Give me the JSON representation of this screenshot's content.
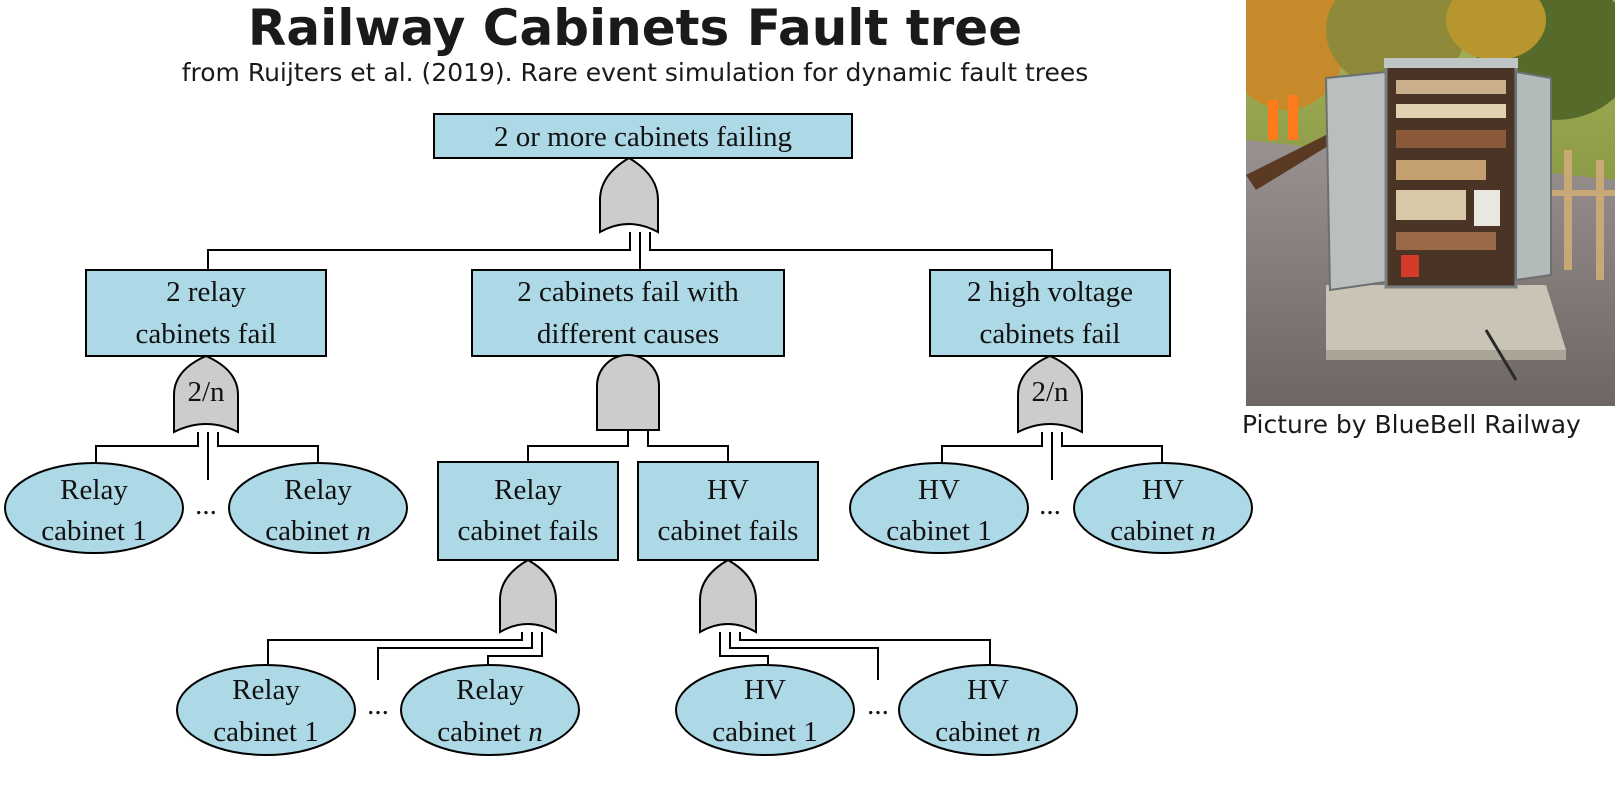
{
  "header": {
    "title": "Railway Cabinets Fault tree",
    "subtitle": "from Ruijters et al. (2019). Rare event simulation for dynamic fault trees"
  },
  "photo": {
    "caption": "Picture by BlueBell Railway"
  },
  "colors": {
    "node_fill": "#add8e6",
    "gate_fill": "#cccccc",
    "line": "#000000"
  },
  "tree": {
    "top": "2 or more cabinets failing",
    "top_gate": "OR",
    "left": {
      "line1": "2 relay",
      "line2": "cabinets fail",
      "gate": "2/n"
    },
    "middle": {
      "line1": "2 cabinets fail with",
      "line2": "different causes",
      "gate": "AND"
    },
    "right": {
      "line1": "2 high voltage",
      "line2": "cabinets fail",
      "gate": "2/n"
    },
    "relay_fails": {
      "line1": "Relay",
      "line2": "cabinet fails",
      "gate": "OR"
    },
    "hv_fails": {
      "line1": "HV",
      "line2": "cabinet fails",
      "gate": "OR"
    },
    "ellipsis": "...",
    "leaves": {
      "relay": "Relay",
      "hv": "HV",
      "cabinet_prefix": "cabinet",
      "index_1": "1",
      "index_n": "n"
    }
  }
}
